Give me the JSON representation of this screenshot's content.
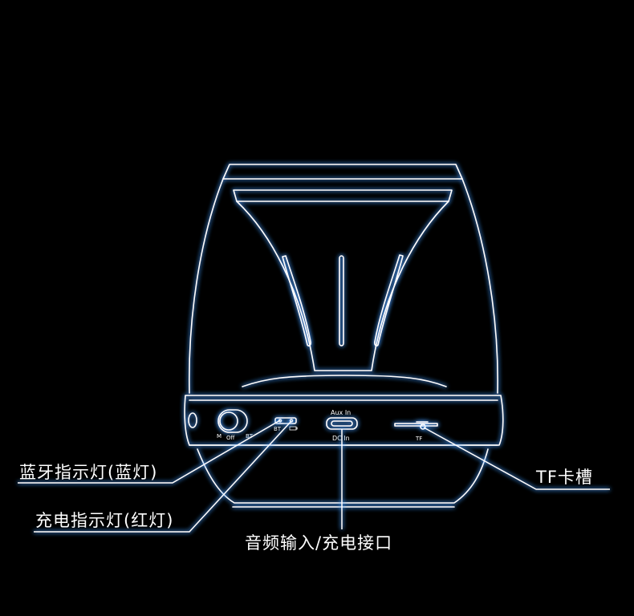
{
  "callouts": {
    "blue_led": "蓝牙指示灯(蓝灯)",
    "red_led": "充电指示灯(红灯)",
    "aux_dc": "音频输入/充电接口",
    "tf_slot": "TF卡槽"
  },
  "switch_labels": {
    "mode_m": "M",
    "mode_off": "Off",
    "mode_bt": "BT"
  },
  "port_labels": {
    "aux_in": "Aux In",
    "dc_in": "DC In",
    "tf": "TF",
    "bt_led": "BT",
    "battery_icon": "battery-icon"
  },
  "colors": {
    "line": "#ffffff",
    "glow": "#4a9dff",
    "background": "#000000"
  }
}
